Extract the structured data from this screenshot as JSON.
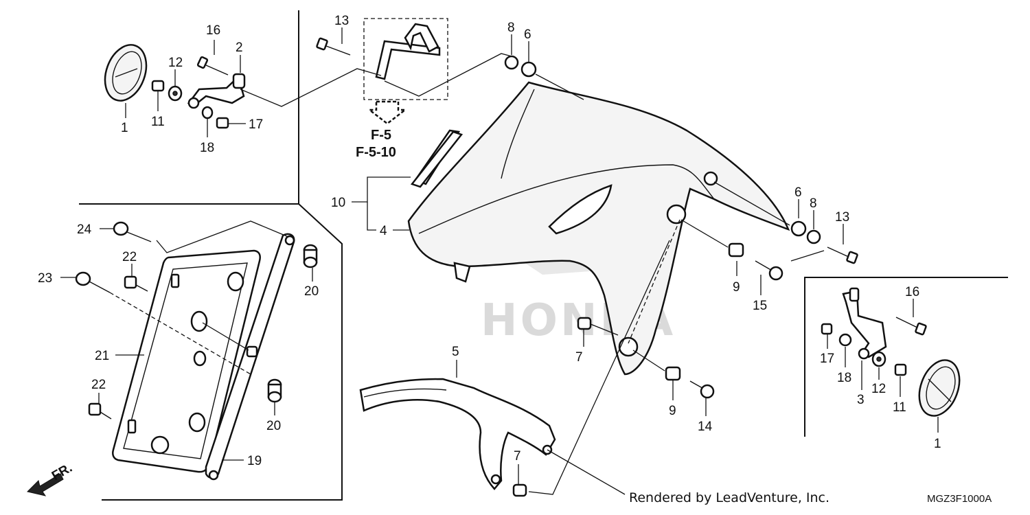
{
  "callouts": {
    "c1a": "1",
    "c11a": "11",
    "c12a": "12",
    "c16a": "16",
    "c2": "2",
    "c17a": "17",
    "c18a": "18",
    "c13a": "13",
    "c8a": "8",
    "c6a": "6",
    "c10": "10",
    "c4": "4",
    "c24": "24",
    "c22a": "22",
    "c23": "23",
    "c20a": "20",
    "c21": "21",
    "c22b": "22",
    "c20b": "20",
    "c19": "19",
    "c5": "5",
    "c7a": "7",
    "c7b": "7",
    "c9a": "9",
    "c15": "15",
    "c9b": "9",
    "c14": "14",
    "c6b": "6",
    "c8b": "8",
    "c13b": "13",
    "c16b": "16",
    "c17b": "17",
    "c18b": "18",
    "c3": "3",
    "c12b": "12",
    "c11b": "11",
    "c1b": "1"
  },
  "reference": {
    "line1": "F-5",
    "line2": "F-5-10"
  },
  "direction_label": "FR.",
  "watermark": "HONDA",
  "footer": {
    "credit": "Rendered by LeadVenture, Inc.",
    "diagram_code": "MGZ3F1000A"
  }
}
